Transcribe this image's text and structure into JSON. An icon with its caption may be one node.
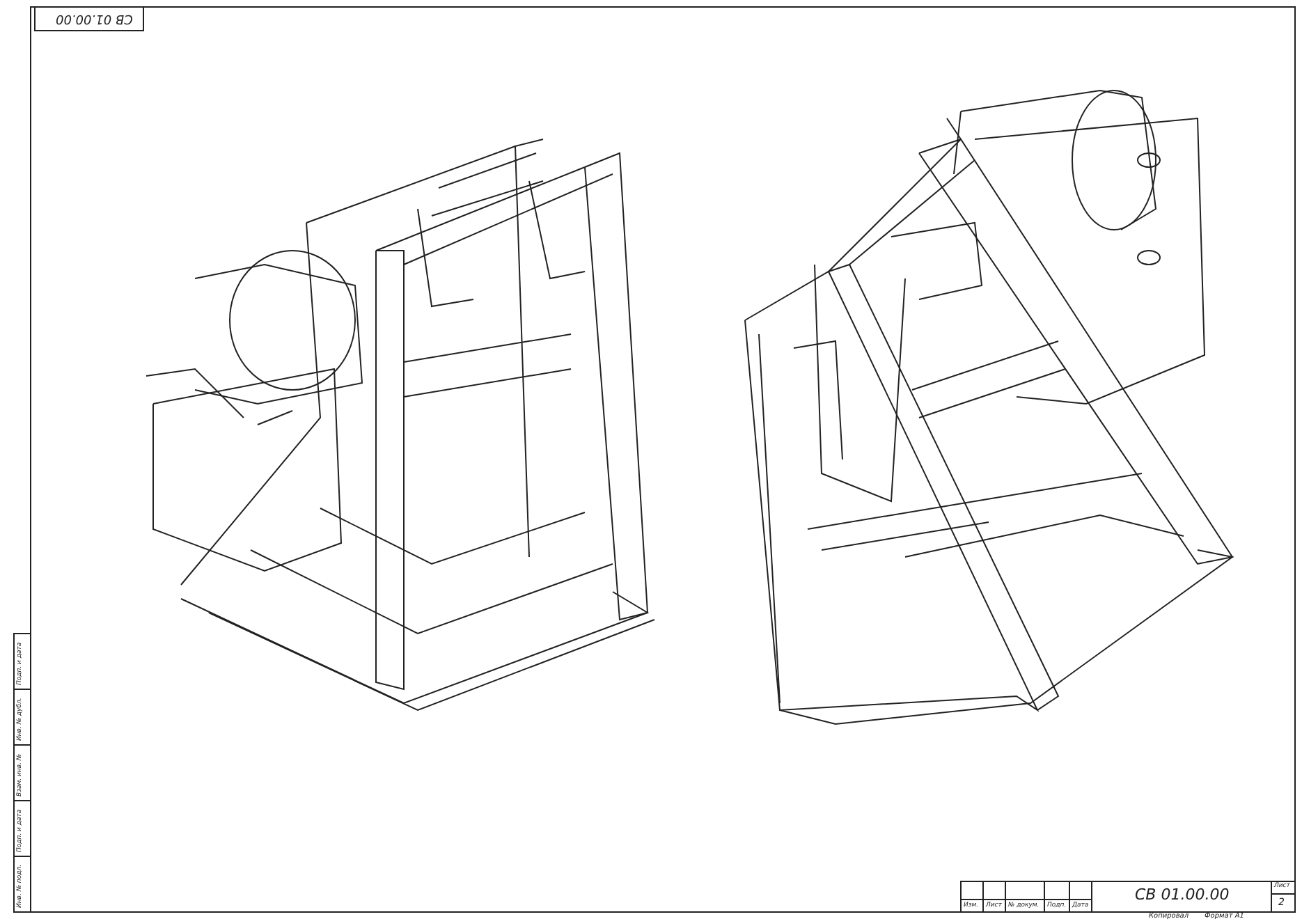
{
  "diagram": {
    "labels": [
      "СВ 01.00.00",
      "Подп. и дата",
      "Инв. № дубл.",
      "Взам. инв. №",
      "Подп. и дата",
      "Инв. № подл.",
      "Изм.",
      "Лист",
      "№ докум.",
      "Подп.",
      "Дата",
      "СВ 01.00.00",
      "Лист",
      "2",
      "Копировал",
      "Формат А1"
    ]
  }
}
